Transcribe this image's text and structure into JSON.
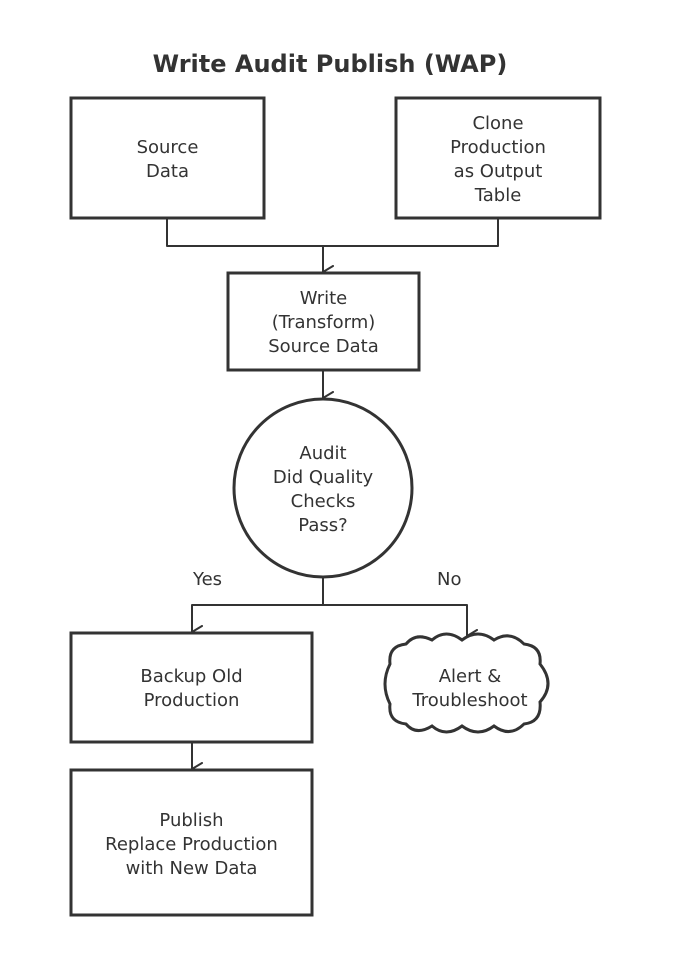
{
  "title": "Write Audit Publish (WAP)",
  "nodes": {
    "source_data": "Source\nData",
    "clone_production": "Clone\nProduction\nas Output\nTable",
    "write": "Write\n(Transform)\nSource Data",
    "audit": "Audit\nDid Quality\nChecks\nPass?",
    "backup": "Backup Old\nProduction",
    "alert": "Alert &\nTroubleshoot",
    "publish": "Publish\nReplace Production\nwith New Data"
  },
  "edges": {
    "yes": "Yes",
    "no": "No"
  },
  "colors": {
    "stroke": "#333333",
    "text": "#333333",
    "background": "#ffffff"
  }
}
